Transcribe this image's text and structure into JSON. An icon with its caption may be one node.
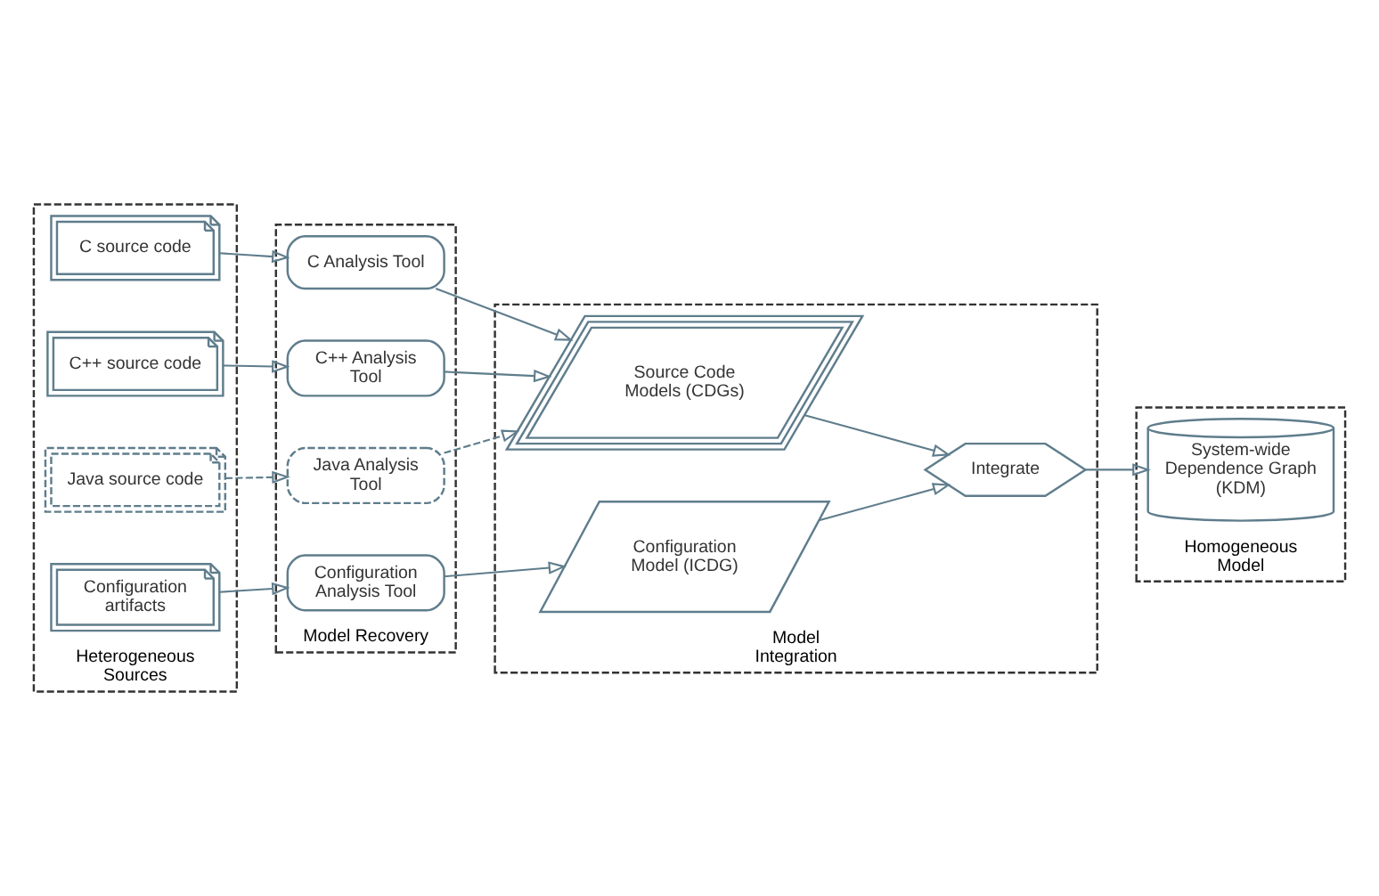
{
  "diagram": {
    "nodes": [
      {
        "text": [
          "Heterogeneous Sources"
        ]
      },
      {
        "text": [
          "C source code"
        ],
        "in": 0
      },
      {
        "text": [
          "C++ source code"
        ],
        "in": 0
      },
      {
        "text": [
          "Java source code"
        ],
        "in": 0
      },
      {
        "text": [
          "Configuration artifacts"
        ],
        "in": 0
      },
      {
        "text": [
          "Model Recovery"
        ]
      },
      {
        "text": [
          "C Analysis Tool"
        ],
        "in": 5
      },
      {
        "text": [
          "C++ Analysis Tool"
        ],
        "in": 5
      },
      {
        "text": [
          "Java Analysis Tool"
        ],
        "in": 5
      },
      {
        "text": [
          "Configuration Analysis Tool"
        ],
        "in": 5
      },
      {
        "text": [
          "Model Integration"
        ]
      },
      {
        "text": [
          "Source Code Models (CDGs)"
        ],
        "in": 10
      },
      {
        "text": [
          "Integrate"
        ],
        "in": 10
      },
      {
        "text": [
          "Configuration Model (ICDG)"
        ],
        "in": 10
      },
      {
        "text": [
          "Homogeneous Model"
        ]
      },
      {
        "text": [
          "System-wide Dependence Graph (KDM)"
        ],
        "in": 14
      }
    ],
    "edges": [
      {
        "from": 1,
        "to": 6,
        "arrow": "to"
      },
      {
        "from": 2,
        "to": 7,
        "arrow": "to"
      },
      {
        "from": 3,
        "to": 8,
        "arrow": "to",
        "style": "dashed"
      },
      {
        "from": 4,
        "to": 9,
        "arrow": "to"
      },
      {
        "from": 6,
        "to": 11,
        "arrow": "to"
      },
      {
        "from": 7,
        "to": 11,
        "arrow": "to"
      },
      {
        "from": 8,
        "to": 11,
        "arrow": "to",
        "style": "dashed"
      },
      {
        "from": 9,
        "to": 13,
        "arrow": "to"
      },
      {
        "from": 11,
        "to": 12,
        "arrow": "to"
      },
      {
        "from": 13,
        "to": 12,
        "arrow": "to"
      },
      {
        "from": 12,
        "to": 15,
        "arrow": "to"
      }
    ]
  }
}
